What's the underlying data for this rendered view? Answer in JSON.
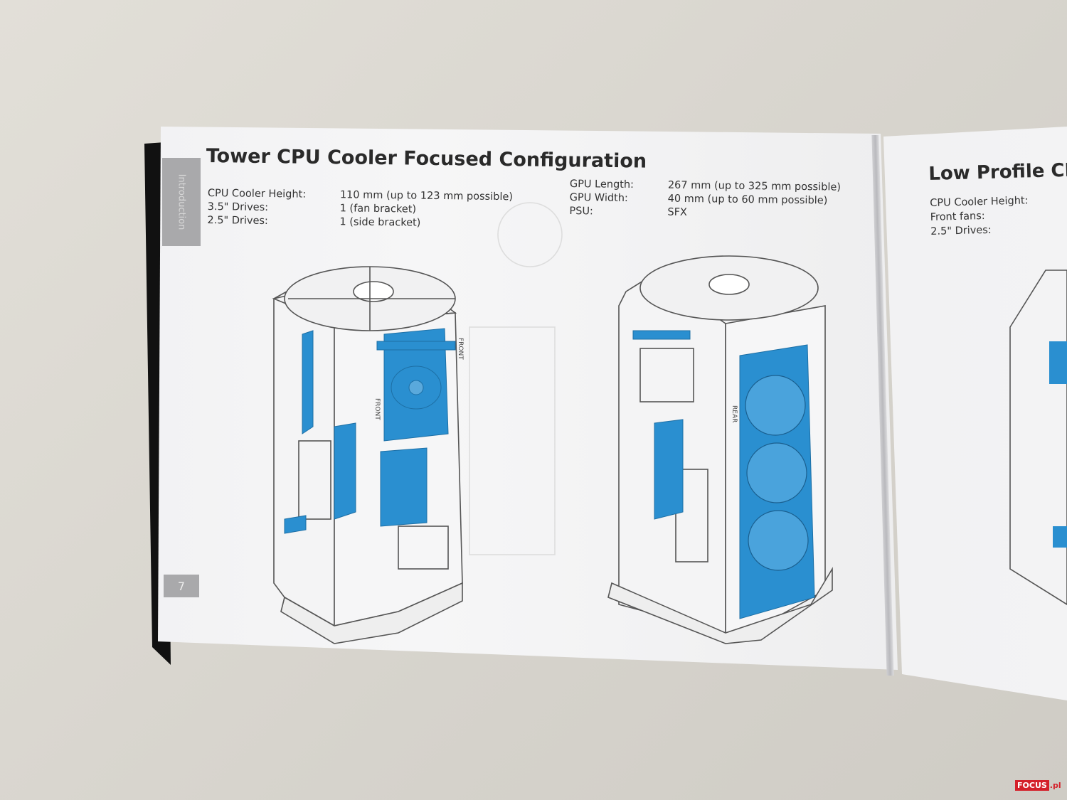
{
  "left_page": {
    "side_tab": "Introduction",
    "page_number": "7",
    "title": "Tower CPU Cooler Focused Configuration",
    "specs_left": [
      {
        "label": "CPU Cooler Height:",
        "value": "110 mm (up to 123 mm possible)"
      },
      {
        "label": "3.5\" Drives:",
        "value": "1 (fan bracket)"
      },
      {
        "label": "2.5\" Drives:",
        "value": "1 (side bracket)"
      }
    ],
    "specs_right": [
      {
        "label": "GPU Length:",
        "value": "267 mm (up to 325 mm possible)"
      },
      {
        "label": "GPU Width:",
        "value": "40 mm (up to 60 mm possible)"
      },
      {
        "label": "PSU:",
        "value": "SFX"
      }
    ],
    "illustration_labels": {
      "front": "FRONT",
      "rear": "REAR"
    },
    "highlight_color": "#2a8fd0"
  },
  "right_page": {
    "title": "Low Profile CP",
    "spec_labels": [
      "CPU Cooler Height:",
      "Front fans:",
      "2.5\" Drives:"
    ]
  },
  "watermark": {
    "brand": "FOCUS",
    "suffix": ".pl",
    "color": "#d4202a"
  }
}
